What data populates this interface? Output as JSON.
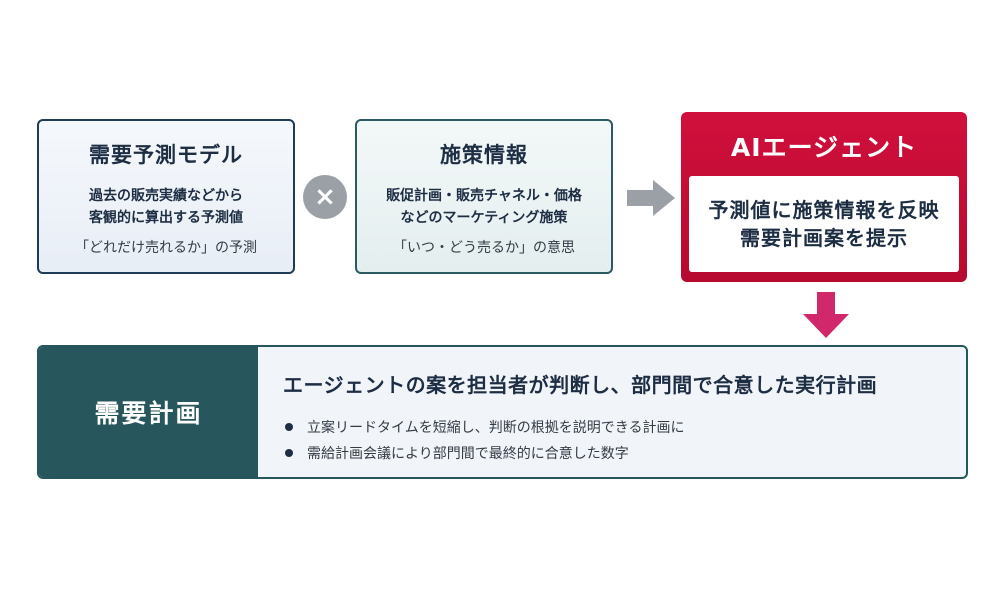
{
  "model_box": {
    "title": "需要予測モデル",
    "desc_line1": "過去の販売実績などから",
    "desc_line2": "客観的に算出する予測値",
    "note": "「どれだけ売れるか」の予測"
  },
  "operator_symbol": "×",
  "policy_box": {
    "title": "施策情報",
    "desc_line1": "販促計画・販売チャネル・価格",
    "desc_line2": "などのマーケティング施策",
    "note": "「いつ・どう売るか」の意思"
  },
  "ai_agent": {
    "title": "AIエージェント",
    "line1": "予測値に施策情報を反映",
    "line2": "需要計画案を提示"
  },
  "demand_plan": {
    "label": "需要計画",
    "headline": "エージェントの案を担当者が判断し、部門間で合意した実行計画",
    "bullets": [
      "立案リードタイムを短縮し、判断の根拠を説明できる計画に",
      "需給計画会議により部門間で最終的に合意した数字"
    ]
  },
  "colors": {
    "navy": "#1d2d44",
    "ai_red": "#c80d37",
    "arrow_pink": "#d0286a",
    "teal": "#27575c",
    "gray": "#9aa0a6"
  }
}
